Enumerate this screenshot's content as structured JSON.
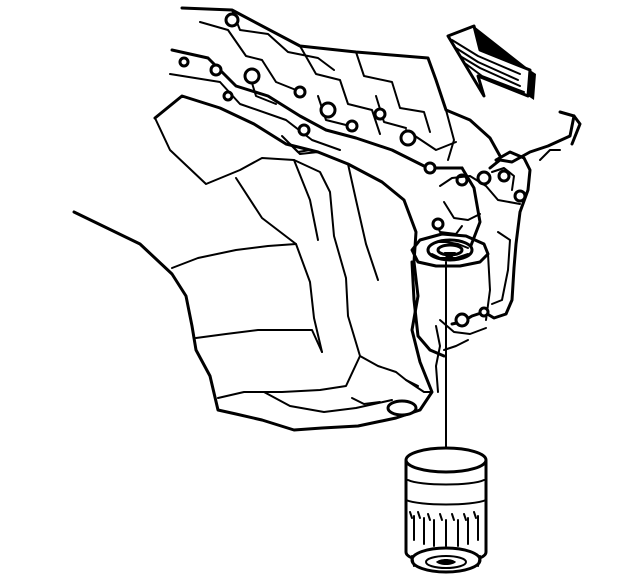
{
  "figure": {
    "kind": "technical line illustration",
    "colors": {
      "line": "#000000",
      "background": "#ffffff"
    },
    "parts": [
      "engine-block",
      "oil-pan",
      "oil-filter-adapter",
      "mounting-bracket",
      "oil-filter",
      "front-direction-arrow"
    ]
  }
}
